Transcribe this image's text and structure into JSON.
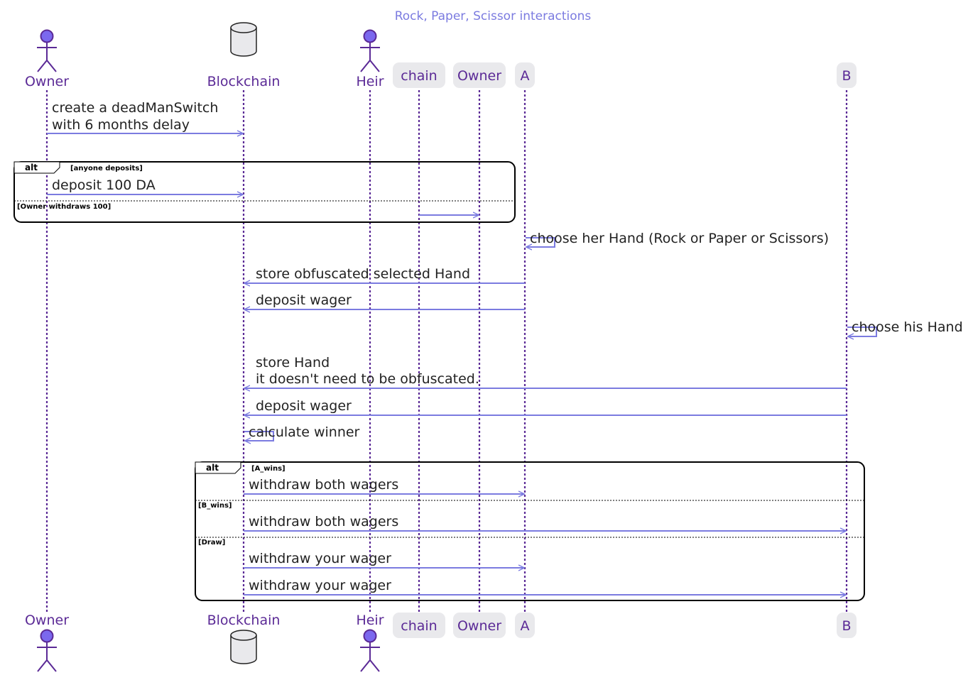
{
  "title": "Rock, Paper, Scissor interactions",
  "colors": {
    "accent": "#7b7be0",
    "participant_text": "#5b2a96",
    "lifeline": "#5b2a96",
    "actor_fill": "#7b68ee",
    "actor_stroke": "#5b2a96",
    "box_fill": "#e9e9ec",
    "message_text": "#222222",
    "frame": "#000000"
  },
  "participants": [
    {
      "id": "owner1",
      "label": "Owner",
      "kind": "actor"
    },
    {
      "id": "blockchain",
      "label": "Blockchain",
      "kind": "database"
    },
    {
      "id": "heir",
      "label": "Heir",
      "kind": "actor"
    },
    {
      "id": "chain",
      "label": "chain",
      "kind": "box"
    },
    {
      "id": "owner2",
      "label": "Owner",
      "kind": "box"
    },
    {
      "id": "a",
      "label": "A",
      "kind": "box"
    },
    {
      "id": "b",
      "label": "B",
      "kind": "box"
    }
  ],
  "messages": [
    {
      "from": "owner1",
      "to": "blockchain",
      "lines": [
        "create a deadManSwitch",
        " with 6 months delay"
      ]
    },
    {
      "from": "owner1",
      "to": "blockchain",
      "lines": [
        "deposit 100 DA"
      ]
    },
    {
      "from": "chain",
      "to": "owner2",
      "lines": []
    },
    {
      "from": "a",
      "to": "a",
      "lines": [
        "choose her Hand (Rock or Paper or Scissors)"
      ]
    },
    {
      "from": "a",
      "to": "blockchain",
      "lines": [
        "store obfuscated selected Hand"
      ]
    },
    {
      "from": "a",
      "to": "blockchain",
      "lines": [
        "deposit wager"
      ]
    },
    {
      "from": "b",
      "to": "b",
      "lines": [
        "choose his Hand"
      ]
    },
    {
      "from": "b",
      "to": "blockchain",
      "lines": [
        "store Hand",
        " it doesn't need to be obfuscated."
      ]
    },
    {
      "from": "b",
      "to": "blockchain",
      "lines": [
        "deposit wager"
      ]
    },
    {
      "from": "blockchain",
      "to": "blockchain",
      "lines": [
        "calculate winner"
      ]
    },
    {
      "from": "blockchain",
      "to": "a",
      "lines": [
        "withdraw both wagers"
      ]
    },
    {
      "from": "blockchain",
      "to": "b",
      "lines": [
        "withdraw both wagers"
      ]
    },
    {
      "from": "blockchain",
      "to": "a",
      "lines": [
        "withdraw your wager"
      ]
    },
    {
      "from": "blockchain",
      "to": "b",
      "lines": [
        "withdraw your wager"
      ]
    }
  ],
  "fragments": [
    {
      "keyword": "alt",
      "sections": [
        "[anyone deposits]",
        "[Owner withdraws 100]"
      ]
    },
    {
      "keyword": "alt",
      "sections": [
        "[A_wins]",
        "[B_wins]",
        "[Draw]"
      ]
    }
  ]
}
